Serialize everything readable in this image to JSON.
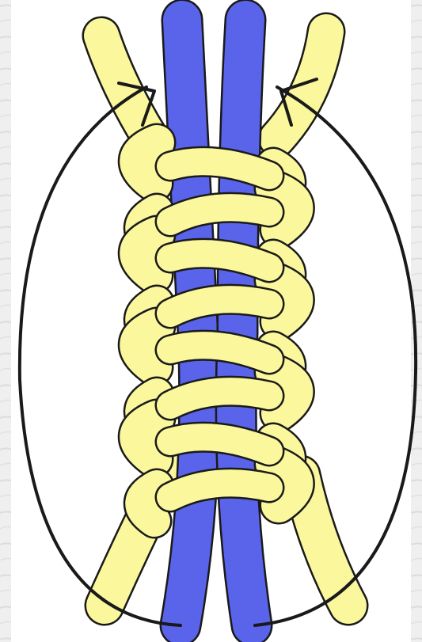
{
  "colors": {
    "background": "#f1f1f1",
    "paper": "#ffffff",
    "core_cord": "#5a64ea",
    "working_cord": "#fbf79c",
    "outline": "#1a1a1a"
  },
  "diagram": {
    "core_strands": [
      "left-core-cord",
      "right-core-cord"
    ],
    "working_cords": [
      "left-working-cord",
      "right-working-cord"
    ],
    "knot_rows": [
      {
        "direction": "from-left"
      },
      {
        "direction": "from-right"
      },
      {
        "direction": "from-left"
      },
      {
        "direction": "from-right"
      },
      {
        "direction": "from-left"
      },
      {
        "direction": "from-right"
      },
      {
        "direction": "from-left"
      },
      {
        "direction": "from-right"
      }
    ],
    "arrows": [
      {
        "side": "left",
        "icon": "curved-arrow-icon"
      },
      {
        "side": "right",
        "icon": "curved-arrow-icon"
      }
    ]
  }
}
